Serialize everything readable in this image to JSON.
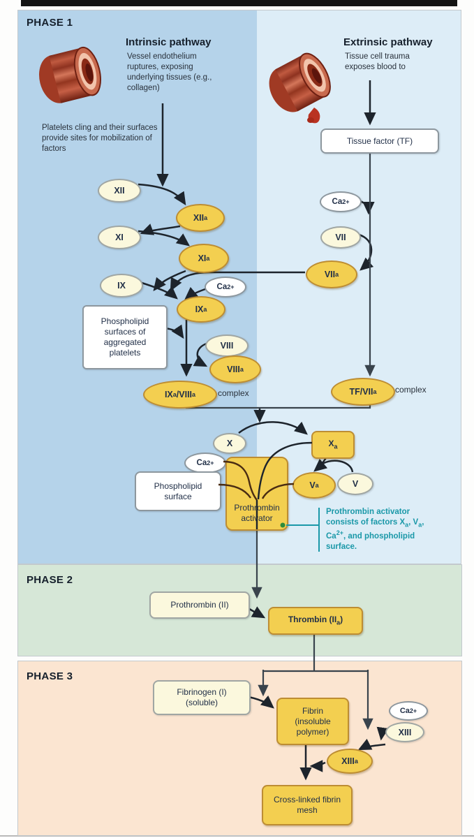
{
  "colors": {
    "phase1_intrinsic_bg": "#b5d3ea",
    "phase1_extrinsic_bg": "#ddedf7",
    "phase2_bg": "#d6e7d7",
    "phase3_bg": "#fbe5d1",
    "active_factor_gold": "#f3cf50",
    "inactive_factor_cream": "#fbf8dd",
    "note_teal": "#1a98a8"
  },
  "phase1": {
    "label": "PHASE 1"
  },
  "phase2": {
    "label": "PHASE 2"
  },
  "phase3": {
    "label": "PHASE 3"
  },
  "intrinsic": {
    "title": "Intrinsic pathway",
    "description": "Vessel endothelium ruptures, exposing underlying tissues (e.g., collagen)",
    "platelets_note": "Platelets cling and their surfaces provide sites for mobilization of factors"
  },
  "extrinsic": {
    "title": "Extrinsic pathway",
    "description": "Tissue cell trauma exposes blood to"
  },
  "nodes": {
    "tissue_factor": {
      "label": "Tissue factor (TF)"
    },
    "xii": {
      "label": "XII"
    },
    "xiia": {
      "base": "XII",
      "sub": "a"
    },
    "xi": {
      "label": "XI"
    },
    "xia": {
      "base": "XI",
      "sub": "a"
    },
    "ix": {
      "label": "IX"
    },
    "ixa": {
      "base": "IX",
      "sub": "a"
    },
    "viii": {
      "label": "VIII"
    },
    "viiia": {
      "base": "VIII",
      "sub": "a"
    },
    "vii": {
      "label": "VII"
    },
    "viia": {
      "base": "VII",
      "sub": "a"
    },
    "v": {
      "label": "V"
    },
    "va": {
      "base": "V",
      "sub": "a"
    },
    "x": {
      "label": "X"
    },
    "xa": {
      "base": "X",
      "sub": "a"
    },
    "xiii": {
      "label": "XIII"
    },
    "xiiia": {
      "base": "XIII",
      "sub": "a"
    },
    "ca": {
      "base": "Ca",
      "sup": "2+"
    },
    "ixa_viiia_complex": {
      "s1": "IX",
      "sub1": "a",
      "s2": "/VIII",
      "sub2": "a",
      "suffix": "complex"
    },
    "tf_viia_complex": {
      "s1": "TF/VII",
      "sub1": "a",
      "suffix": "complex"
    },
    "phospholipid_surfaces": {
      "label": "Phospholipid surfaces of aggregated platelets"
    },
    "phospholipid_surface": {
      "label": "Phospholipid surface"
    },
    "prothrombin_activator": {
      "label": "Prothrombin activator"
    },
    "prothrombin": {
      "label": "Prothrombin (II)"
    },
    "thrombin": {
      "pre": "Thrombin (II",
      "sub": "a",
      "post": ")"
    },
    "fibrinogen": {
      "label": "Fibrinogen (I) (soluble)"
    },
    "fibrin": {
      "label": "Fibrin (insoluble polymer)"
    },
    "crosslinked": {
      "label": "Cross-linked fibrin mesh"
    }
  },
  "note": {
    "l1": "Prothrombin activator",
    "l2a": "consists of factors X",
    "l2s1": "a",
    "l2b": ", V",
    "l2s2": "a",
    "l2c": ",",
    "l3a": "Ca",
    "l3sup": "2+",
    "l3b": ", and phospholipid",
    "l4": "surface."
  }
}
